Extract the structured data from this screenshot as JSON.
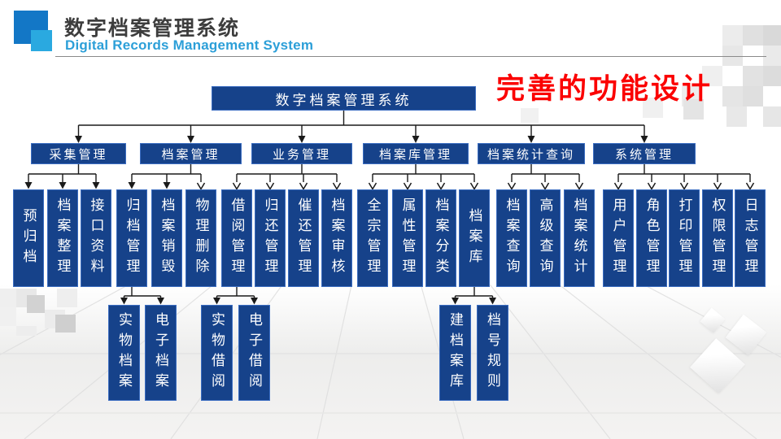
{
  "header": {
    "title": "数字档案管理系统",
    "subtitle": "Digital Records Management System",
    "brand_colors": {
      "logo_back": "#1377C6",
      "logo_front": "#2AA9E0",
      "subtitle_blue": "#2C9FD8"
    }
  },
  "slide": {
    "heading": "完善的功能设计",
    "heading_color": "#FB0000",
    "node_fill_color": "#16428A",
    "node_border_color": "#3B6DC1",
    "node_text_color": "#FFFFFF",
    "connector_color": "#1A1A1A"
  },
  "tree": {
    "root": {
      "label": "数字档案管理系统"
    },
    "branches": [
      {
        "label": "采集管理",
        "children": [
          {
            "label": "预归档"
          },
          {
            "label": "档案整理"
          },
          {
            "label": "接口资料"
          }
        ]
      },
      {
        "label": "档案管理",
        "children": [
          {
            "label": "归档管理",
            "children": [
              {
                "label": "实物档案"
              },
              {
                "label": "电子档案"
              }
            ]
          },
          {
            "label": "档案销毁"
          },
          {
            "label": "物理删除"
          }
        ]
      },
      {
        "label": "业务管理",
        "children": [
          {
            "label": "借阅管理",
            "children": [
              {
                "label": "实物借阅"
              },
              {
                "label": "电子借阅"
              }
            ]
          },
          {
            "label": "归还管理"
          },
          {
            "label": "催还管理"
          },
          {
            "label": "档案审核"
          }
        ]
      },
      {
        "label": "档案库管理",
        "children": [
          {
            "label": "全宗管理"
          },
          {
            "label": "属性管理"
          },
          {
            "label": "档案分类"
          },
          {
            "label": "档案库",
            "children": [
              {
                "label": "建档案库"
              },
              {
                "label": "档号规则"
              }
            ]
          }
        ]
      },
      {
        "label": "档案统计查询",
        "children": [
          {
            "label": "档案查询"
          },
          {
            "label": "高级查询"
          },
          {
            "label": "档案统计"
          }
        ]
      },
      {
        "label": "系统管理",
        "children": [
          {
            "label": "用户管理"
          },
          {
            "label": "角色管理"
          },
          {
            "label": "打印管理"
          },
          {
            "label": "权限管理"
          },
          {
            "label": "日志管理"
          }
        ]
      }
    ]
  }
}
